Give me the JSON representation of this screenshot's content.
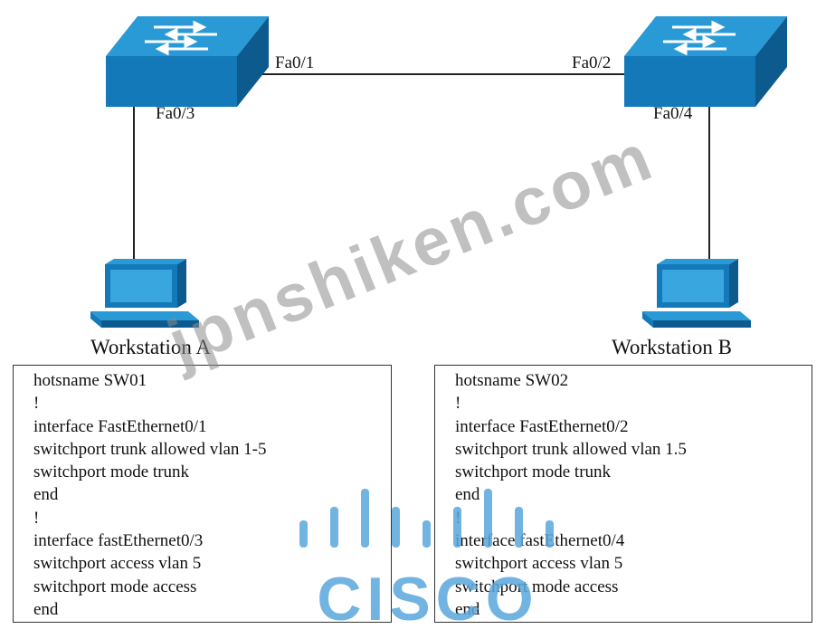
{
  "diagram": {
    "switch_left": {
      "port_trunk": "Fa0/1",
      "port_access": "Fa0/3"
    },
    "switch_right": {
      "port_trunk": "Fa0/2",
      "port_access": "Fa0/4"
    },
    "workstation_a": {
      "label": "Workstation A"
    },
    "workstation_b": {
      "label": "Workstation B"
    },
    "colors": {
      "device_blue": "#1e88c8",
      "device_dark": "#0d5a8f",
      "line": "#222222"
    }
  },
  "config_sw01": {
    "lines": [
      "hotsname SW01",
      "!",
      "interface FastEthernet0/1",
      "switchport trunk allowed vlan 1-5",
      "switchport mode trunk",
      "end",
      "!",
      "interface fastEthernet0/3",
      "switchport access vlan 5",
      "switchport mode access",
      "end"
    ]
  },
  "config_sw02": {
    "lines": [
      "hotsname SW02",
      "!",
      "interface FastEthernet0/2",
      "switchport trunk allowed vlan 1.5",
      "switchport mode trunk",
      "end",
      "!",
      "interface fastEthernet0/4",
      "switchport access vlan 5",
      "switchport mode access",
      "end"
    ]
  },
  "overlay": {
    "watermark_text": "jpnshiken.com",
    "logo_text": "CISCO"
  }
}
